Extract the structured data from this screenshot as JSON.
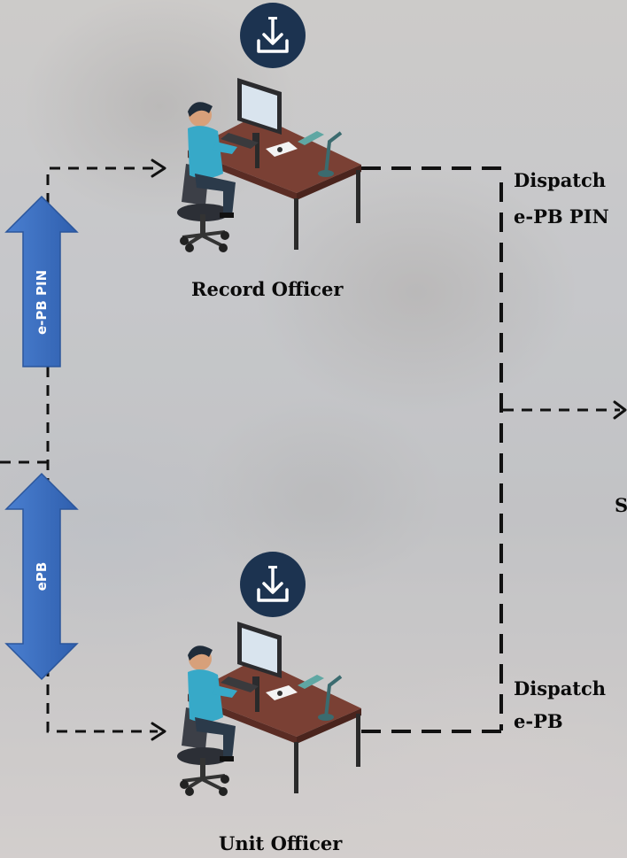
{
  "record_officer": {
    "label": "Record Officer"
  },
  "unit_officer": {
    "label": "Unit Officer"
  },
  "dispatch_pin": {
    "line1": "Dispatch",
    "line2": "e-PB PIN"
  },
  "dispatch_epb": {
    "line1": "Dispatch",
    "line2": "e-PB"
  },
  "arrow_up": {
    "label": "e-PB PIN",
    "color": "#3f72c4"
  },
  "arrow_down": {
    "label": "ePB",
    "color": "#3f72c4"
  },
  "partial_label": "S",
  "icons": {
    "download": "download-icon",
    "desk": "office-desk-icon"
  }
}
